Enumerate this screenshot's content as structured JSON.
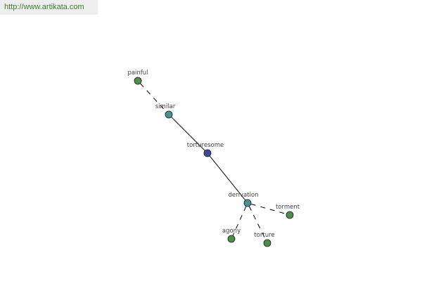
{
  "header": {
    "url": "http://www.artikata.com"
  },
  "graph": {
    "colors": {
      "leaf": "#4e8f48",
      "relation": "#44958c",
      "center": "#3f4a99",
      "edge": "#000000"
    },
    "nodes": [
      {
        "id": "painful",
        "label": "painful",
        "type": "leaf"
      },
      {
        "id": "similar",
        "label": "similar",
        "type": "relation"
      },
      {
        "id": "torturesome",
        "label": "torturesome",
        "type": "center"
      },
      {
        "id": "derivation",
        "label": "derivation",
        "type": "relation"
      },
      {
        "id": "torment",
        "label": "torment",
        "type": "leaf"
      },
      {
        "id": "agony",
        "label": "agony",
        "type": "leaf"
      },
      {
        "id": "torture",
        "label": "torture",
        "type": "leaf"
      }
    ],
    "edges": [
      {
        "from": "painful",
        "to": "similar",
        "style": "dashed"
      },
      {
        "from": "similar",
        "to": "torturesome",
        "style": "solid"
      },
      {
        "from": "torturesome",
        "to": "derivation",
        "style": "solid"
      },
      {
        "from": "derivation",
        "to": "torment",
        "style": "dashed"
      },
      {
        "from": "derivation",
        "to": "agony",
        "style": "dashed"
      },
      {
        "from": "derivation",
        "to": "torture",
        "style": "dashed"
      }
    ]
  }
}
